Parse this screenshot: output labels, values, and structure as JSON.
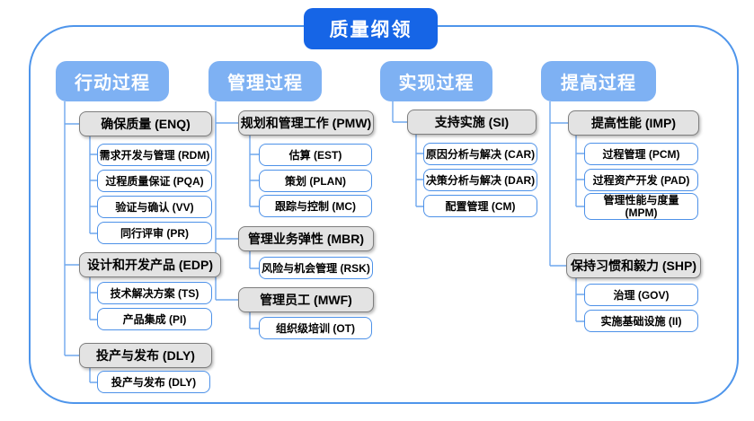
{
  "title": "质量纲领",
  "colors": {
    "title_bg": "#1665E6",
    "header_bg": "#7EB1F3",
    "group_bg": "#E3E3E3",
    "group_border": "#7E7E7E",
    "leaf_border": "#4D91E8",
    "connector": "#6FA7EE",
    "frame_border": "#4E95EB"
  },
  "columns": [
    {
      "header": "行动过程",
      "groups": [
        {
          "label": "确保质量 (ENQ)",
          "children": [
            "需求开发与管理 (RDM)",
            "过程质量保证 (PQA)",
            "验证与确认 (VV)",
            "同行评审 (PR)"
          ]
        },
        {
          "label": "设计和开发产品 (EDP)",
          "children": [
            "技术解决方案 (TS)",
            "产品集成 (PI)"
          ]
        },
        {
          "label": "投产与发布 (DLY)",
          "children": [
            "投产与发布 (DLY)"
          ]
        }
      ]
    },
    {
      "header": "管理过程",
      "groups": [
        {
          "label": "规划和管理工作 (PMW)",
          "children": [
            "估算 (EST)",
            "策划 (PLAN)",
            "跟踪与控制 (MC)"
          ]
        },
        {
          "label": "管理业务弹性 (MBR)",
          "children": [
            "风险与机会管理 (RSK)"
          ]
        },
        {
          "label": "管理员工 (MWF)",
          "children": [
            "组织级培训 (OT)"
          ]
        }
      ]
    },
    {
      "header": "实现过程",
      "groups": [
        {
          "label": "支持实施 (SI)",
          "children": [
            "原因分析与解决 (CAR)",
            "决策分析与解决 (DAR)",
            "配置管理 (CM)"
          ]
        }
      ]
    },
    {
      "header": "提高过程",
      "groups": [
        {
          "label": "提高性能 (IMP)",
          "children": [
            "过程管理 (PCM)",
            "过程资产开发 (PAD)",
            "管理性能与度量 (MPM)"
          ]
        },
        {
          "label": "保持习惯和毅力 (SHP)",
          "children": [
            "治理 (GOV)",
            "实施基础设施 (II)"
          ]
        }
      ]
    }
  ]
}
